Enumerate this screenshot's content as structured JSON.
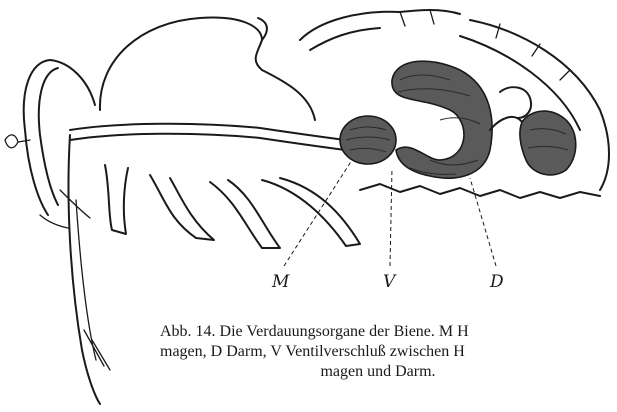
{
  "labels": {
    "m": "M",
    "v": "V",
    "d": "D"
  },
  "caption": {
    "line1": "Abb. 14. Die Verdauungsorgane der Biene. M H",
    "line2": "magen, D Darm, V Ventilverschluß zwischen H",
    "line3": "magen und Darm."
  }
}
